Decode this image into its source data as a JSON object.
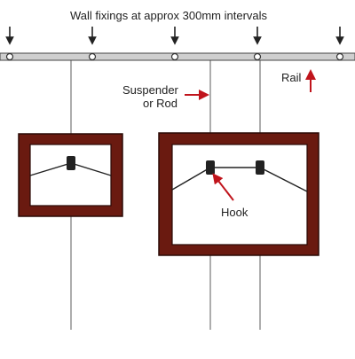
{
  "labels": {
    "title": "Wall fixings at approx 300mm intervals",
    "suspender_line1": "Suspender",
    "suspender_line2": "or Rod",
    "rail": "Rail",
    "hook": "Hook"
  },
  "colors": {
    "frame": "#6a1a10",
    "frame_border": "#2a0a06",
    "rail_fill": "#cfcfcf",
    "rod": "#8a8a8a",
    "arrow_red": "#c0141c",
    "arrow_black": "#222222",
    "hook": "#222222",
    "wire": "#222222"
  }
}
